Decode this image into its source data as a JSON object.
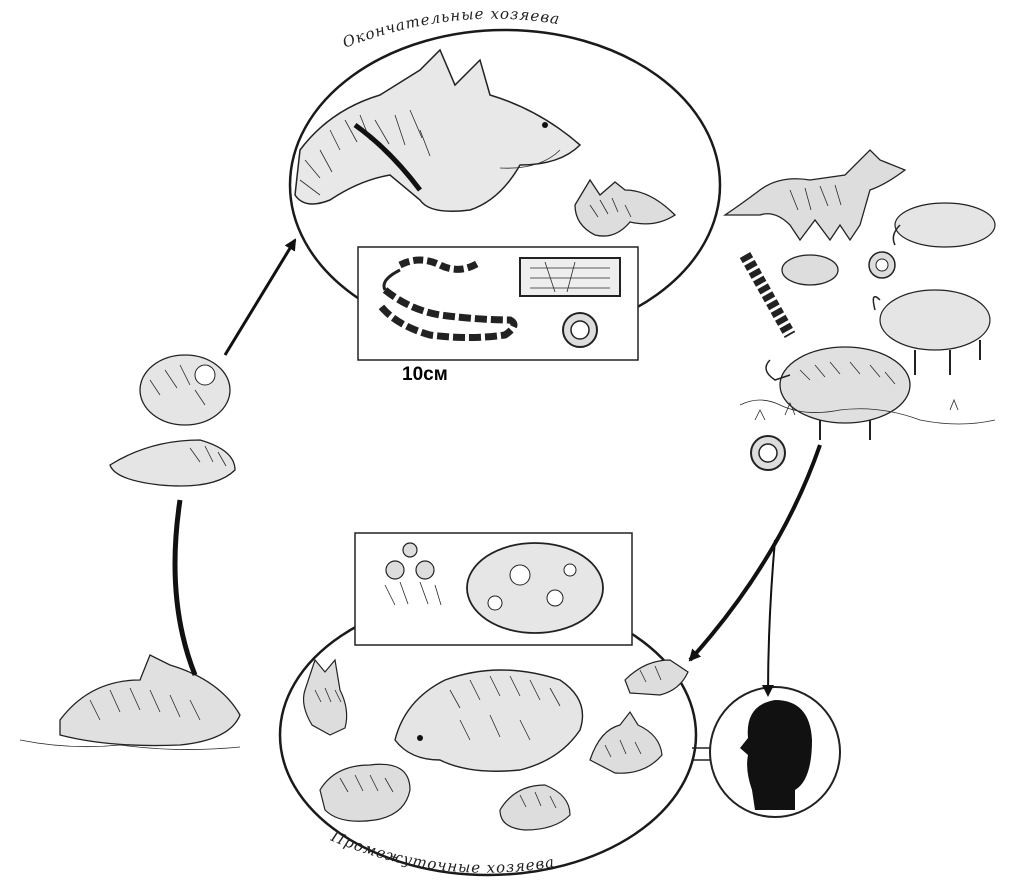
{
  "diagram": {
    "top_circle_label": "Окончательные хозяева",
    "bottom_circle_label": "Промежуточные хозяева",
    "scale_label": "10см"
  },
  "icons": {
    "definitive_hosts": [
      "dog-icon",
      "fox-icon"
    ],
    "worm_panel": [
      "tapeworm-icon",
      "tapeworm-segment-icon",
      "egg-icon"
    ],
    "cyst_panel": [
      "protoscolex-icon",
      "hydatid-cyst-icon"
    ],
    "intermediate_hosts": [
      "goat-icon",
      "sheep-icon",
      "camel-icon",
      "cow-icon",
      "pig-icon",
      "rabbit-icon"
    ],
    "outside": [
      "wolf-icon",
      "grazing-sheep-icon",
      "dead-sheep-icon",
      "human-head-icon",
      "cyst-organ-icon"
    ]
  }
}
